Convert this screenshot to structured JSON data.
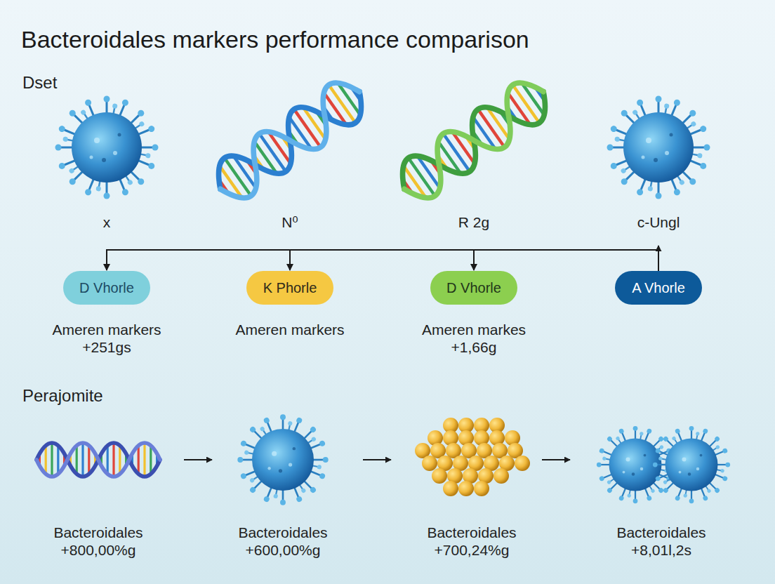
{
  "diagram": {
    "title": "Bacteroidales markers performance comparison",
    "nodes": [
      {
        "text": [
          "D Vhorle"
        ]
      },
      {
        "text": [
          "K Phorle"
        ]
      },
      {
        "text": [
          "D Vhorle"
        ]
      },
      {
        "text": [
          "A Vhorle"
        ]
      }
    ],
    "edges": [
      {
        "from": 3,
        "to": 0,
        "arrow": "to"
      },
      {
        "from": 3,
        "to": 1,
        "arrow": "to"
      },
      {
        "from": 3,
        "to": 2,
        "arrow": "to"
      }
    ],
    "labels": [
      "Dset",
      "x",
      "N⁰",
      "R 2g",
      "c-Ungl",
      "Ameren markers +251gs",
      "Ameren markers",
      "Ameren markes +1,66g",
      "Perajomite",
      "Bacteroidales +800,00%g",
      "Bacteroidales +600,00%g",
      "Bacteroidales +700,24%g",
      "Bacteroidales +8,01l,2s"
    ]
  }
}
